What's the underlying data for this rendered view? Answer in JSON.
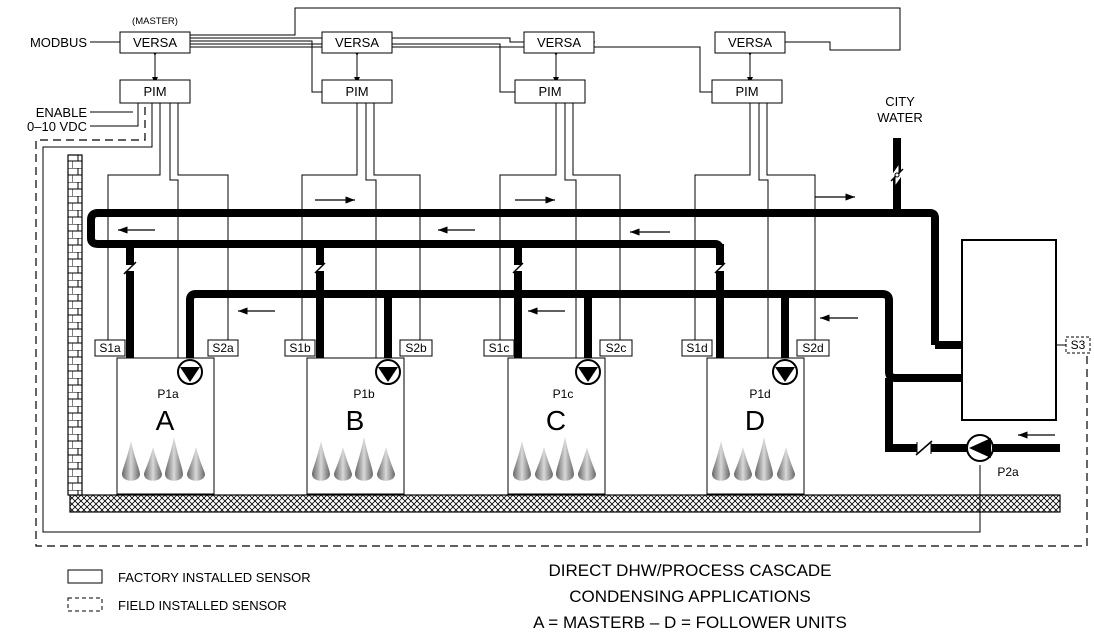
{
  "controllers": {
    "master_note": "(MASTER)",
    "versa": [
      "VERSA",
      "VERSA",
      "VERSA",
      "VERSA"
    ],
    "pim": [
      "PIM",
      "PIM",
      "PIM",
      "PIM"
    ]
  },
  "inputs": {
    "modbus": "MODBUS",
    "enable": "ENABLE",
    "analog": "0–10 VDC"
  },
  "city_water": [
    "CITY",
    "WATER"
  ],
  "units": [
    {
      "letter": "A",
      "pump": "P1a",
      "s1": "S1a",
      "s2": "S2a"
    },
    {
      "letter": "B",
      "pump": "P1b",
      "s1": "S1b",
      "s2": "S2b"
    },
    {
      "letter": "C",
      "pump": "P1c",
      "s1": "S1c",
      "s2": "S2c"
    },
    {
      "letter": "D",
      "pump": "P1d",
      "s1": "S1d",
      "s2": "S2d"
    }
  ],
  "tank_sensor": "S3",
  "system_pump": "P2a",
  "legend": {
    "factory": "FACTORY INSTALLED SENSOR",
    "field": "FIELD INSTALLED SENSOR"
  },
  "caption": {
    "line1": "DIRECT DHW/PROCESS CASCADE",
    "line2": "CONDENSING APPLICATIONS",
    "line3": "A = MASTERB – D = FOLLOWER UNITS"
  }
}
